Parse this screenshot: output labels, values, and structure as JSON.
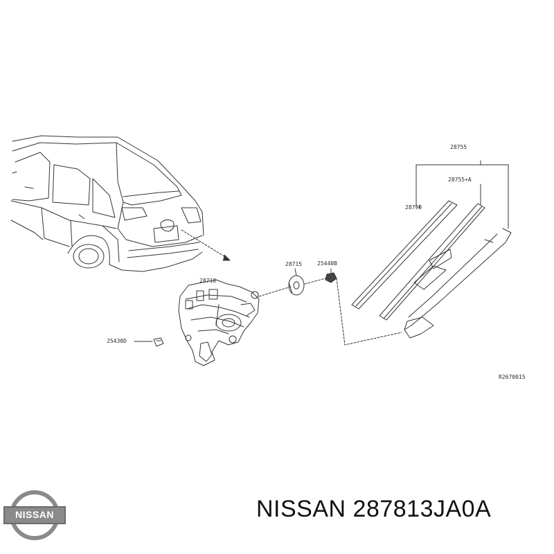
{
  "diagram": {
    "part_labels": {
      "p28755": "28755",
      "p28755a": "28755+A",
      "p28790": "28790",
      "p28715": "28715",
      "p25440b": "25440B",
      "p28710": "28710",
      "p25430d": "25430D"
    },
    "figure_code": "R2670015"
  },
  "footer": {
    "brand": "NISSAN",
    "title": "NISSAN 287813JA0A"
  },
  "colors": {
    "line": "#333333",
    "badge_bg": "#8a8a8a",
    "badge_band": "#6b6b6b"
  }
}
